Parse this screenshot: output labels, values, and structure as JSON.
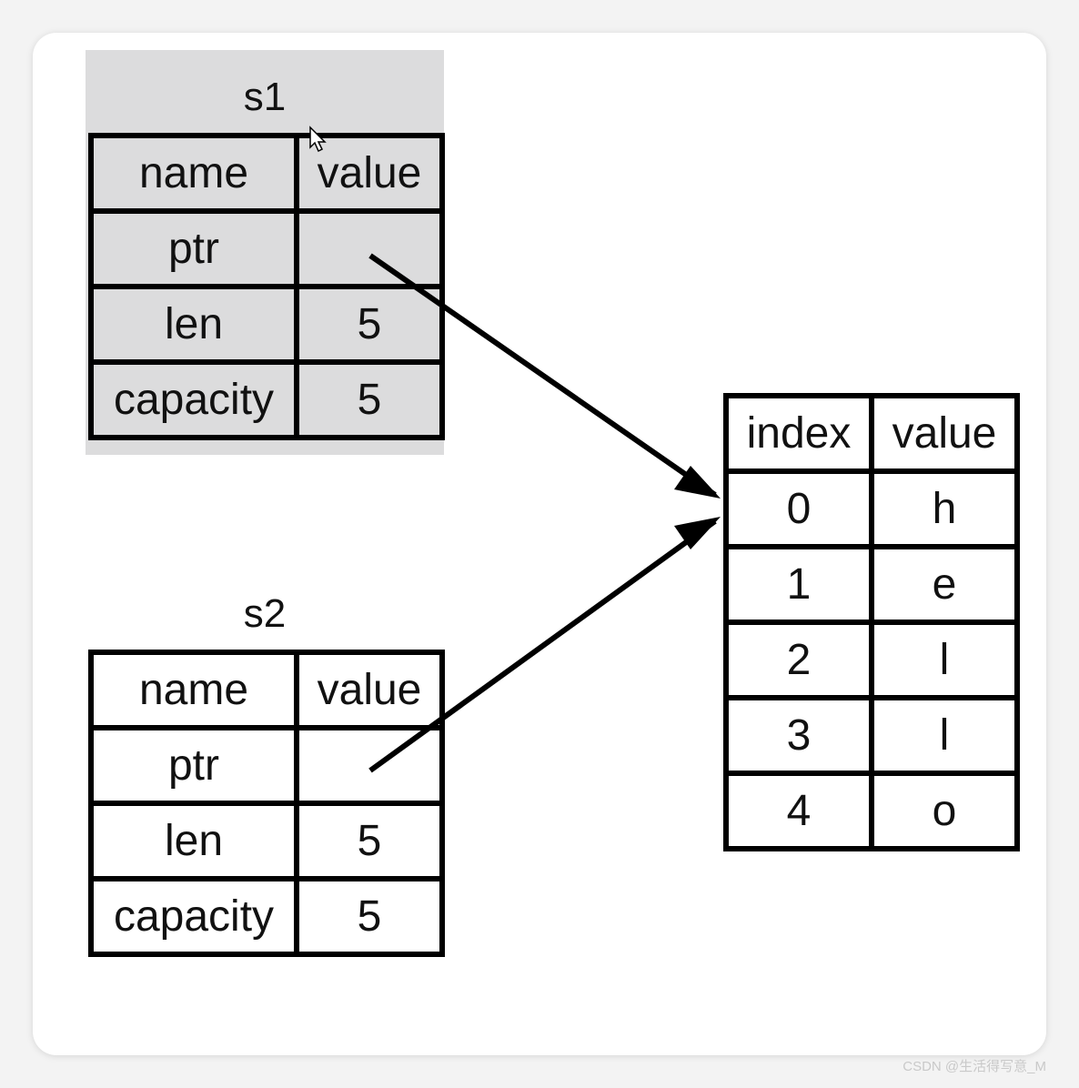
{
  "stack_tables": [
    {
      "title": "s1",
      "headers": [
        "name",
        "value"
      ],
      "rows": [
        {
          "name": "ptr",
          "value": ""
        },
        {
          "name": "len",
          "value": "5"
        },
        {
          "name": "capacity",
          "value": "5"
        }
      ]
    },
    {
      "title": "s2",
      "headers": [
        "name",
        "value"
      ],
      "rows": [
        {
          "name": "ptr",
          "value": ""
        },
        {
          "name": "len",
          "value": "5"
        },
        {
          "name": "capacity",
          "value": "5"
        }
      ]
    }
  ],
  "heap_table": {
    "headers": [
      "index",
      "value"
    ],
    "rows": [
      {
        "index": "0",
        "value": "h"
      },
      {
        "index": "1",
        "value": "e"
      },
      {
        "index": "2",
        "value": "l"
      },
      {
        "index": "3",
        "value": "l"
      },
      {
        "index": "4",
        "value": "o"
      }
    ]
  },
  "watermark": "CSDN @生活得写意_M"
}
